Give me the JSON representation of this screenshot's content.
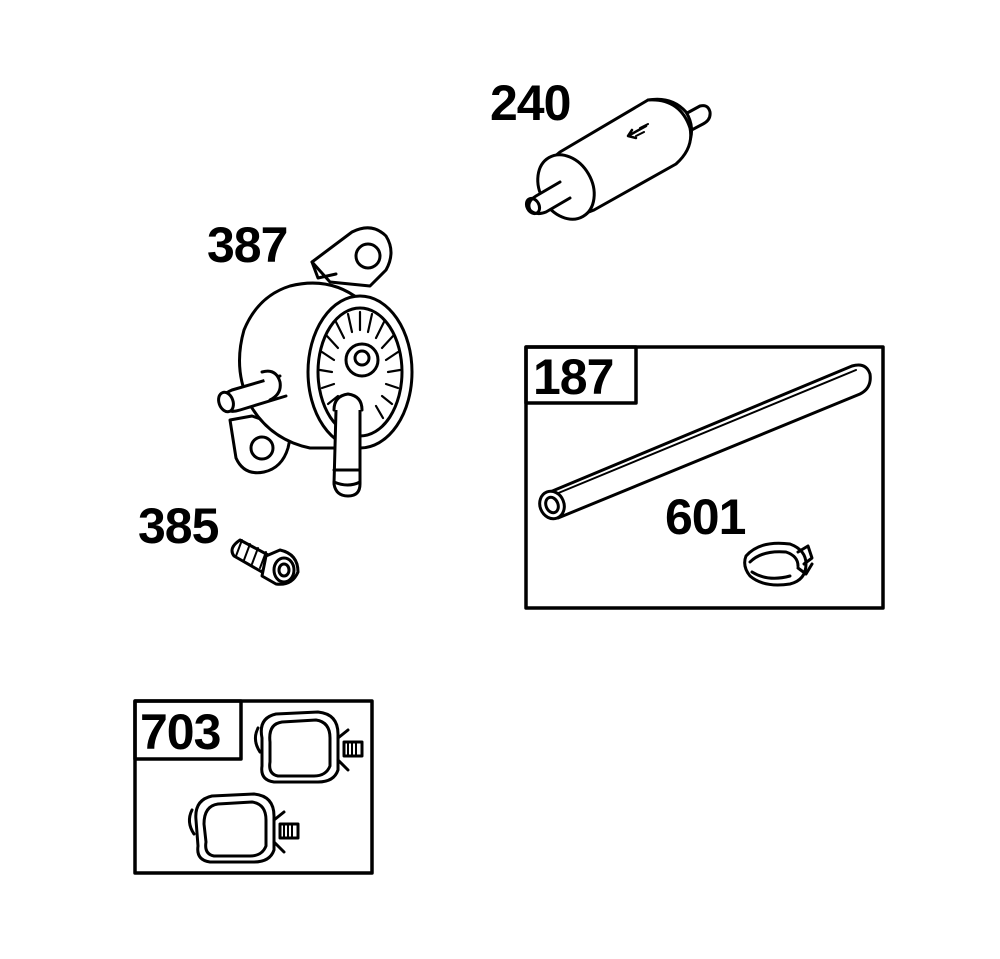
{
  "diagram": {
    "parts": [
      {
        "id": "240",
        "label": "240",
        "part": "fuel-filter-icon"
      },
      {
        "id": "387",
        "label": "387",
        "part": "fuel-pump-icon"
      },
      {
        "id": "385",
        "label": "385",
        "part": "screw-icon"
      },
      {
        "id": "187",
        "label": "187",
        "part": "fuel-line-icon",
        "boxed": true
      },
      {
        "id": "601",
        "label": "601",
        "part": "hose-clamp-icon"
      },
      {
        "id": "703",
        "label": "703",
        "part": "clamp-kit-icon",
        "boxed": true
      }
    ],
    "colors": {
      "line": "#000000",
      "fill": "#ffffff"
    }
  }
}
